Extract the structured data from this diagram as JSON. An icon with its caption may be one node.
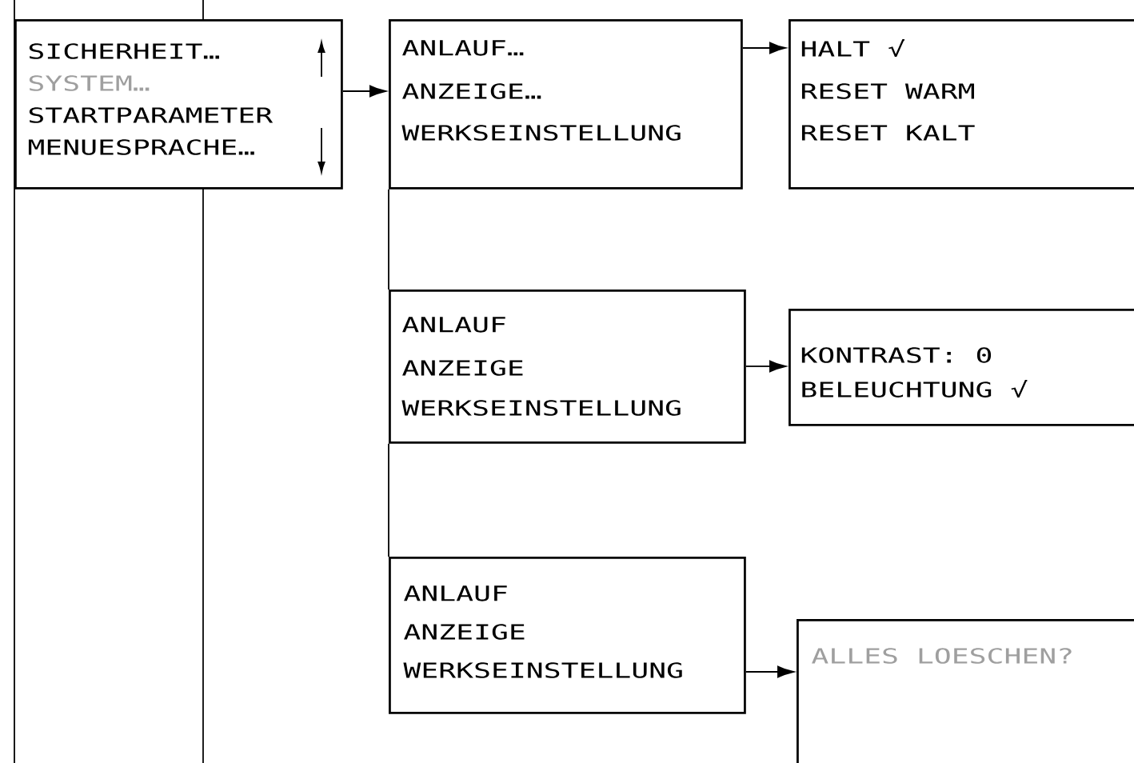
{
  "diagram": {
    "nodes": [
      {
        "text": [
          "SICHERHEIT…",
          "SYSTEM…",
          "STARTPARAMETER",
          "MENUESPRACHE…"
        ]
      },
      {
        "text": [
          "ANLAUF…",
          "ANZEIGE…",
          "WERKSEINSTELLUNG"
        ]
      },
      {
        "text": [
          "HALT √",
          "RESET WARM",
          "RESET KALT"
        ]
      },
      {
        "text": [
          "ANLAUF",
          "ANZEIGE",
          "WERKSEINSTELLUNG"
        ]
      },
      {
        "text": [
          "KONTRAST: 0",
          "BELEUCHTUNG √"
        ]
      },
      {
        "text": [
          "ANLAUF",
          "ANZEIGE",
          "WERKSEINSTELLUNG"
        ]
      },
      {
        "text": [
          "ALLES LOESCHEN?"
        ]
      }
    ],
    "edges": [
      {
        "from": 0,
        "to": 1,
        "arrow": "to"
      },
      {
        "from": 1,
        "to": 2,
        "arrow": "to"
      },
      {
        "from": 1,
        "to": 3,
        "arrow": "none"
      },
      {
        "from": 3,
        "to": 4,
        "arrow": "to"
      },
      {
        "from": 3,
        "to": 5,
        "arrow": "none"
      },
      {
        "from": 5,
        "to": 6,
        "arrow": "to"
      }
    ]
  }
}
